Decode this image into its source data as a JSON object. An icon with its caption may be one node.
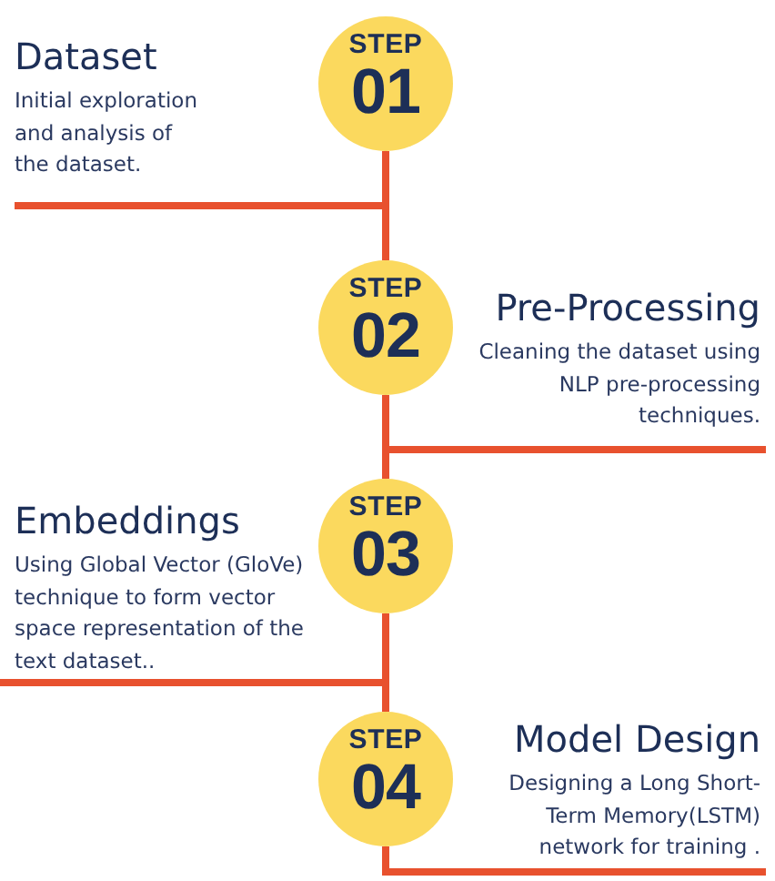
{
  "diagram": {
    "nodes": [
      {
        "text": [
          "STEP",
          "01"
        ],
        "beside": [
          "Dataset",
          "Initial exploration and analysis of the dataset."
        ]
      },
      {
        "text": [
          "STEP",
          "02"
        ],
        "beside": [
          "Pre-Processing",
          "Cleaning the dataset using NLP pre-processing techniques."
        ]
      },
      {
        "text": [
          "STEP",
          "03"
        ],
        "beside": [
          "Embeddings",
          "Using Global Vector (GloVe) technique to form vector space representation of the text dataset.."
        ]
      },
      {
        "text": [
          "STEP",
          "04"
        ],
        "beside": [
          "Model Design",
          "Designing a Long Short-Term Memory(LSTM) network for training ."
        ]
      }
    ],
    "edges": [
      {
        "from": 0,
        "to": 1,
        "arrow": "none"
      },
      {
        "from": 1,
        "to": 2,
        "arrow": "none"
      },
      {
        "from": 2,
        "to": 3,
        "arrow": "none"
      }
    ]
  }
}
